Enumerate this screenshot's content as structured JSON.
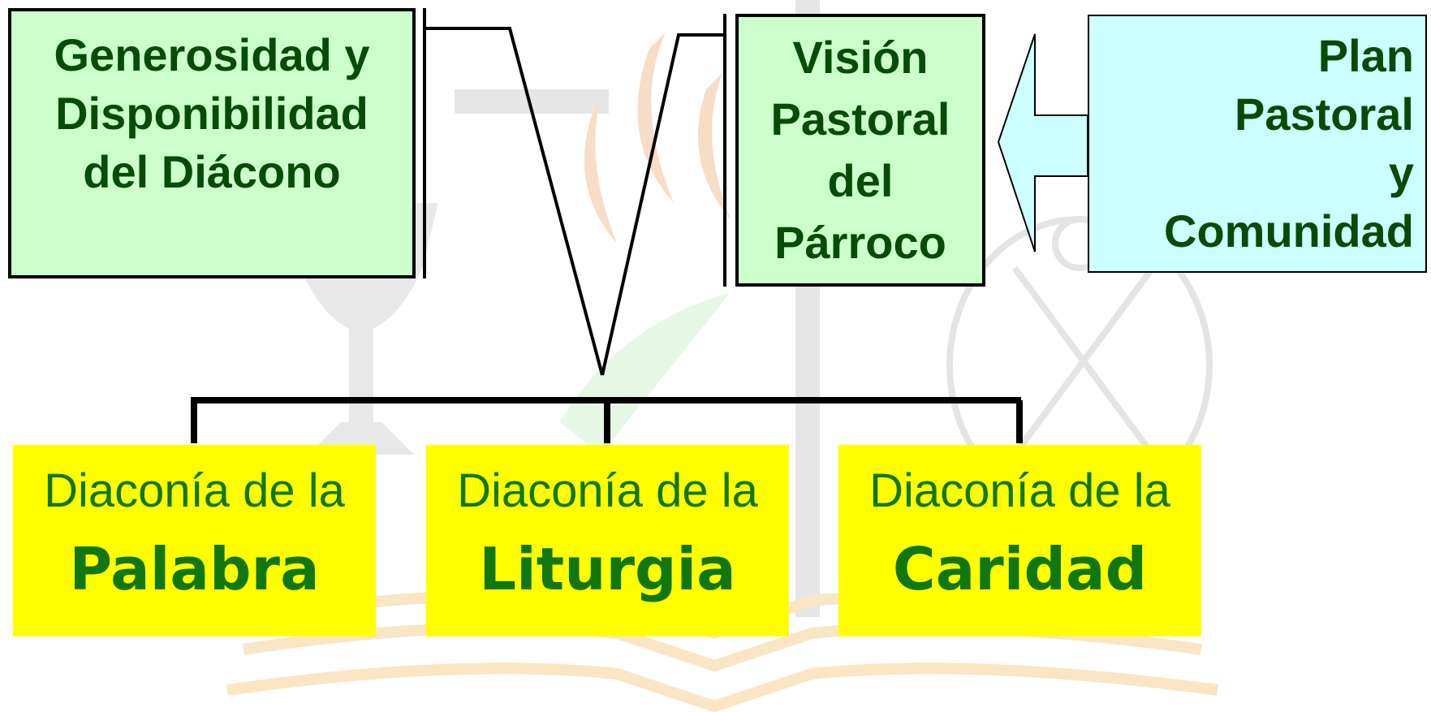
{
  "colors": {
    "green_box": "#ccffcc",
    "cyan_box": "#ccffff",
    "yellow_box": "#ffff00",
    "dark_text": "#064c06",
    "diaconia_text": "#117711"
  },
  "boxes": {
    "generosidad": {
      "lines": [
        "Generosidad y",
        "Disponibilidad",
        "del Diácono"
      ]
    },
    "vision": {
      "lines": [
        "Visión",
        "Pastoral",
        "del",
        "Párroco"
      ]
    },
    "plan": {
      "lines": [
        "Plan",
        "Pastoral",
        "y",
        "Comunidad"
      ]
    }
  },
  "diaconias": [
    {
      "prefix": "Diaconía de la",
      "name": "Palabra"
    },
    {
      "prefix": "Diaconía de la",
      "name": "Liturgia"
    },
    {
      "prefix": "Diaconía de la",
      "name": "Caridad"
    }
  ],
  "background": {
    "watermark_icons": [
      "chalice-icon",
      "flame-icon",
      "coat-of-arms-icon",
      "open-book-icon"
    ]
  }
}
